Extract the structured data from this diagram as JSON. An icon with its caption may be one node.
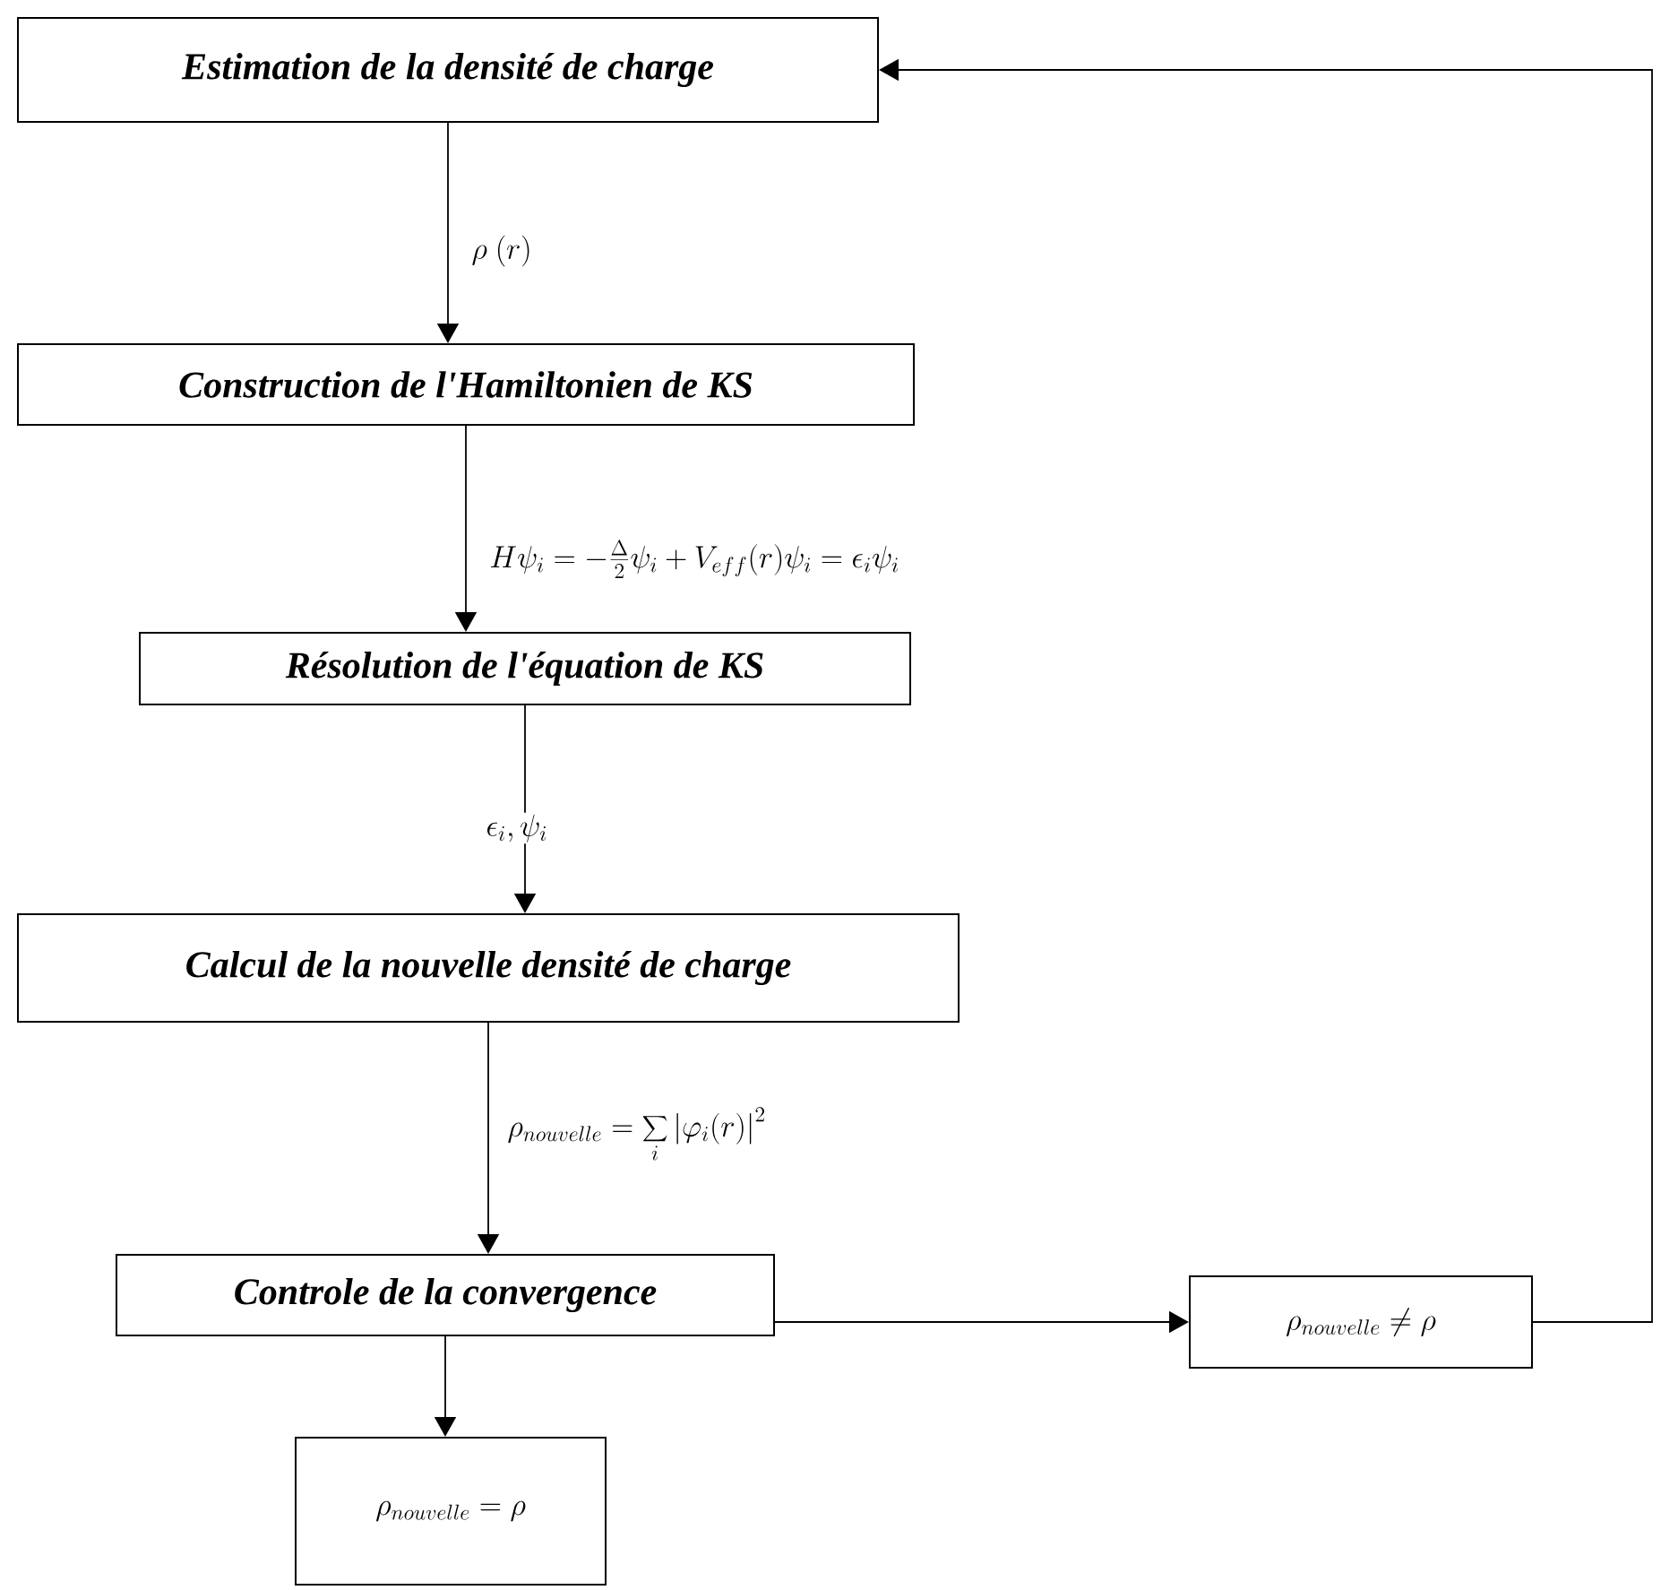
{
  "diagram": {
    "nodes": [
      {
        "text": [
          "Estimation de la densité de charge"
        ]
      },
      {
        "text": [
          "Construction de l'Hamiltonien de KS"
        ]
      },
      {
        "text": [
          "Résolution de l'équation de KS"
        ]
      },
      {
        "text": [
          "Calcul de la nouvelle densité de charge"
        ]
      },
      {
        "text": [
          "Controle de la convergence"
        ]
      },
      {
        "text": [
          "\\rho_{nouvelle} \\neq \\rho"
        ]
      },
      {
        "text": [
          "\\rho_{nouvelle} = \\rho"
        ]
      }
    ],
    "edges": [
      {
        "from": 0,
        "to": 1,
        "arrow": "to",
        "label": "\\rho\\ (r)"
      },
      {
        "from": 1,
        "to": 2,
        "arrow": "to",
        "label": "H\\psi_i = -\\frac{\\Delta}{2}\\psi_i + V_{eff}(r)\\psi_i = \\epsilon_i\\psi_i"
      },
      {
        "from": 2,
        "to": 3,
        "arrow": "to",
        "label": "\\epsilon_i,\\psi_i"
      },
      {
        "from": 3,
        "to": 4,
        "arrow": "to",
        "label": "\\rho_{nouvelle} = \\sum_i \\left|\\varphi_i(r)\\right|^2"
      },
      {
        "from": 4,
        "to": 5,
        "arrow": "to"
      },
      {
        "from": 4,
        "to": 6,
        "arrow": "to"
      },
      {
        "from": 5,
        "to": 0,
        "arrow": "to"
      }
    ]
  }
}
